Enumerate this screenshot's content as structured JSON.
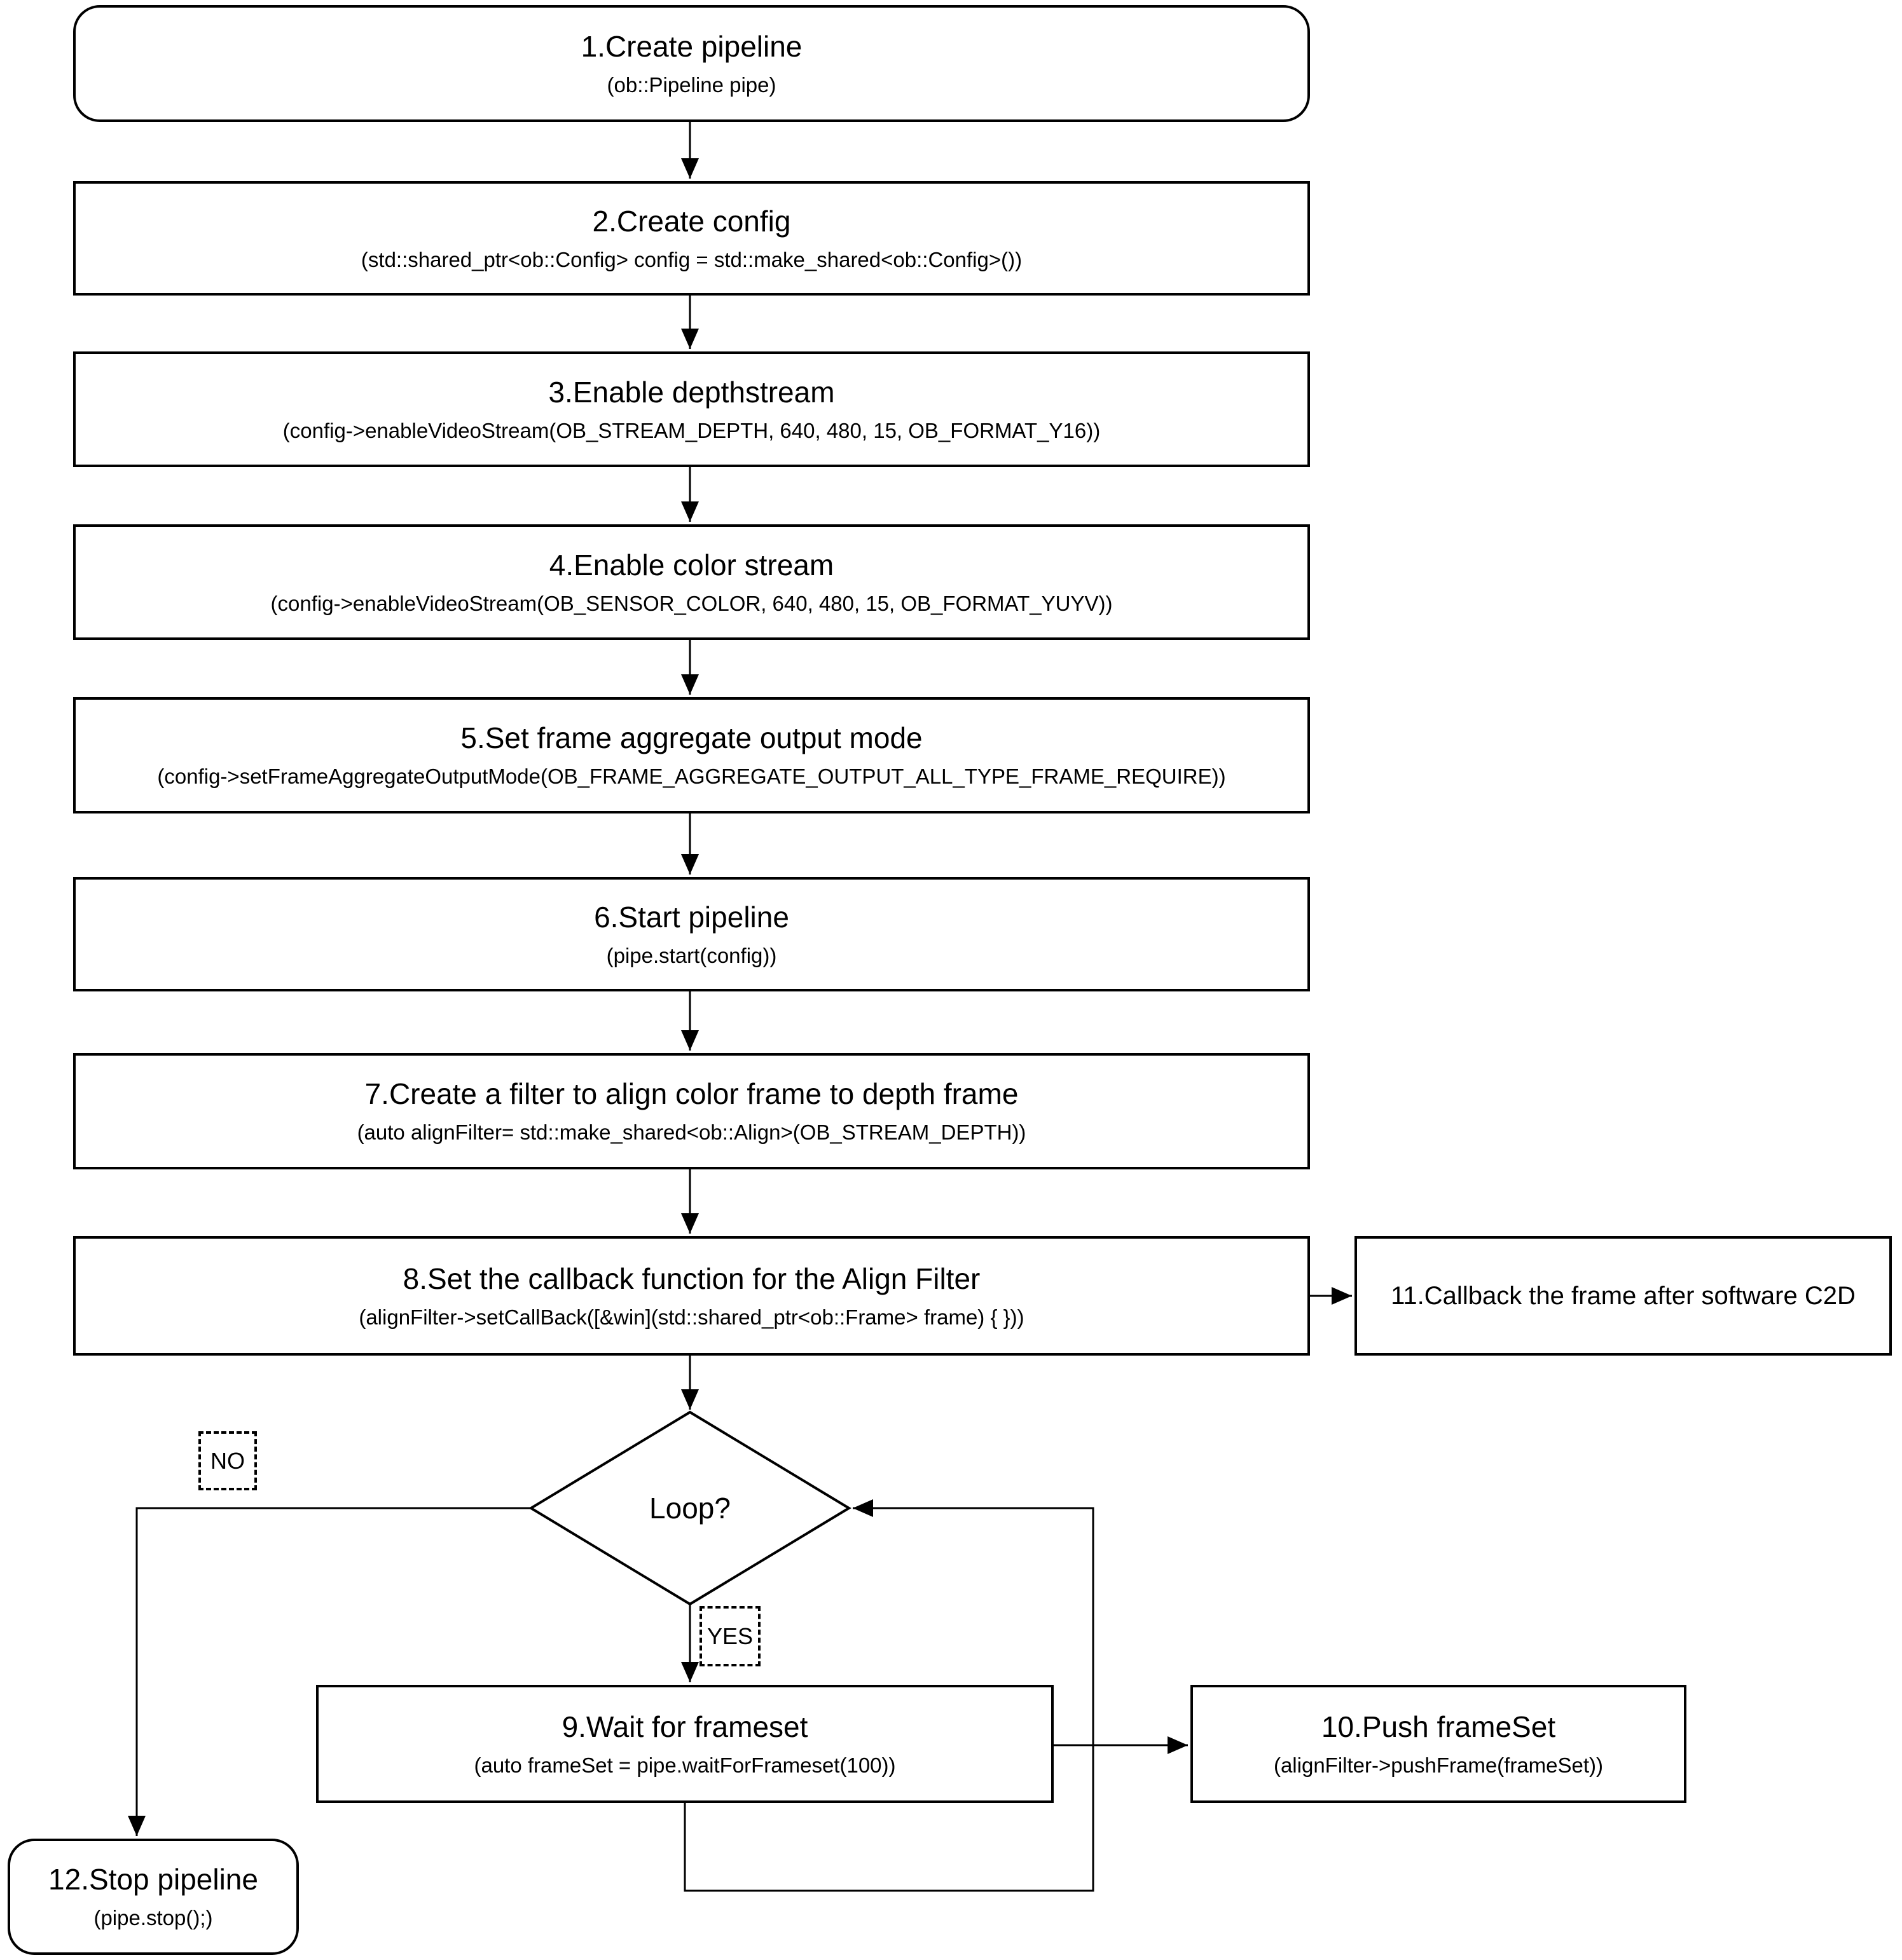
{
  "nodes": {
    "n1": {
      "title": "1.Create pipeline",
      "code": "(ob::Pipeline pipe)"
    },
    "n2": {
      "title": "2.Create config",
      "code": "(std::shared_ptr<ob::Config> config = std::make_shared<ob::Config>())"
    },
    "n3": {
      "title": "3.Enable depthstream",
      "code": "(config->enableVideoStream(OB_STREAM_DEPTH, 640, 480, 15, OB_FORMAT_Y16))"
    },
    "n4": {
      "title": "4.Enable color stream",
      "code": "(config->enableVideoStream(OB_SENSOR_COLOR, 640, 480, 15, OB_FORMAT_YUYV))"
    },
    "n5": {
      "title": "5.Set frame aggregate output mode",
      "code": "(config->setFrameAggregateOutputMode(OB_FRAME_AGGREGATE_OUTPUT_ALL_TYPE_FRAME_REQUIRE))"
    },
    "n6": {
      "title": "6.Start pipeline",
      "code": "(pipe.start(config))"
    },
    "n7": {
      "title": "7.Create a filter to align color frame to depth frame",
      "code": "(auto alignFilter= std::make_shared<ob::Align>(OB_STREAM_DEPTH))"
    },
    "n8": {
      "title": "8.Set the callback function for the Align Filter",
      "code": "(alignFilter->setCallBack([&win](std::shared_ptr<ob::Frame> frame) { }))"
    },
    "n9": {
      "title": "9.Wait for frameset",
      "code": "(auto frameSet = pipe.waitForFrameset(100))"
    },
    "n10": {
      "title": "10.Push frameSet",
      "code": "(alignFilter->pushFrame(frameSet))"
    },
    "n11": {
      "title": "11.Callback the frame after software C2D"
    },
    "n12": {
      "title": "12.Stop pipeline",
      "code": "(pipe.stop();)"
    }
  },
  "decision": {
    "label": "Loop?"
  },
  "branches": {
    "no": "NO",
    "yes": "YES"
  },
  "colors": {
    "stroke": "#000000",
    "background": "#ffffff"
  }
}
